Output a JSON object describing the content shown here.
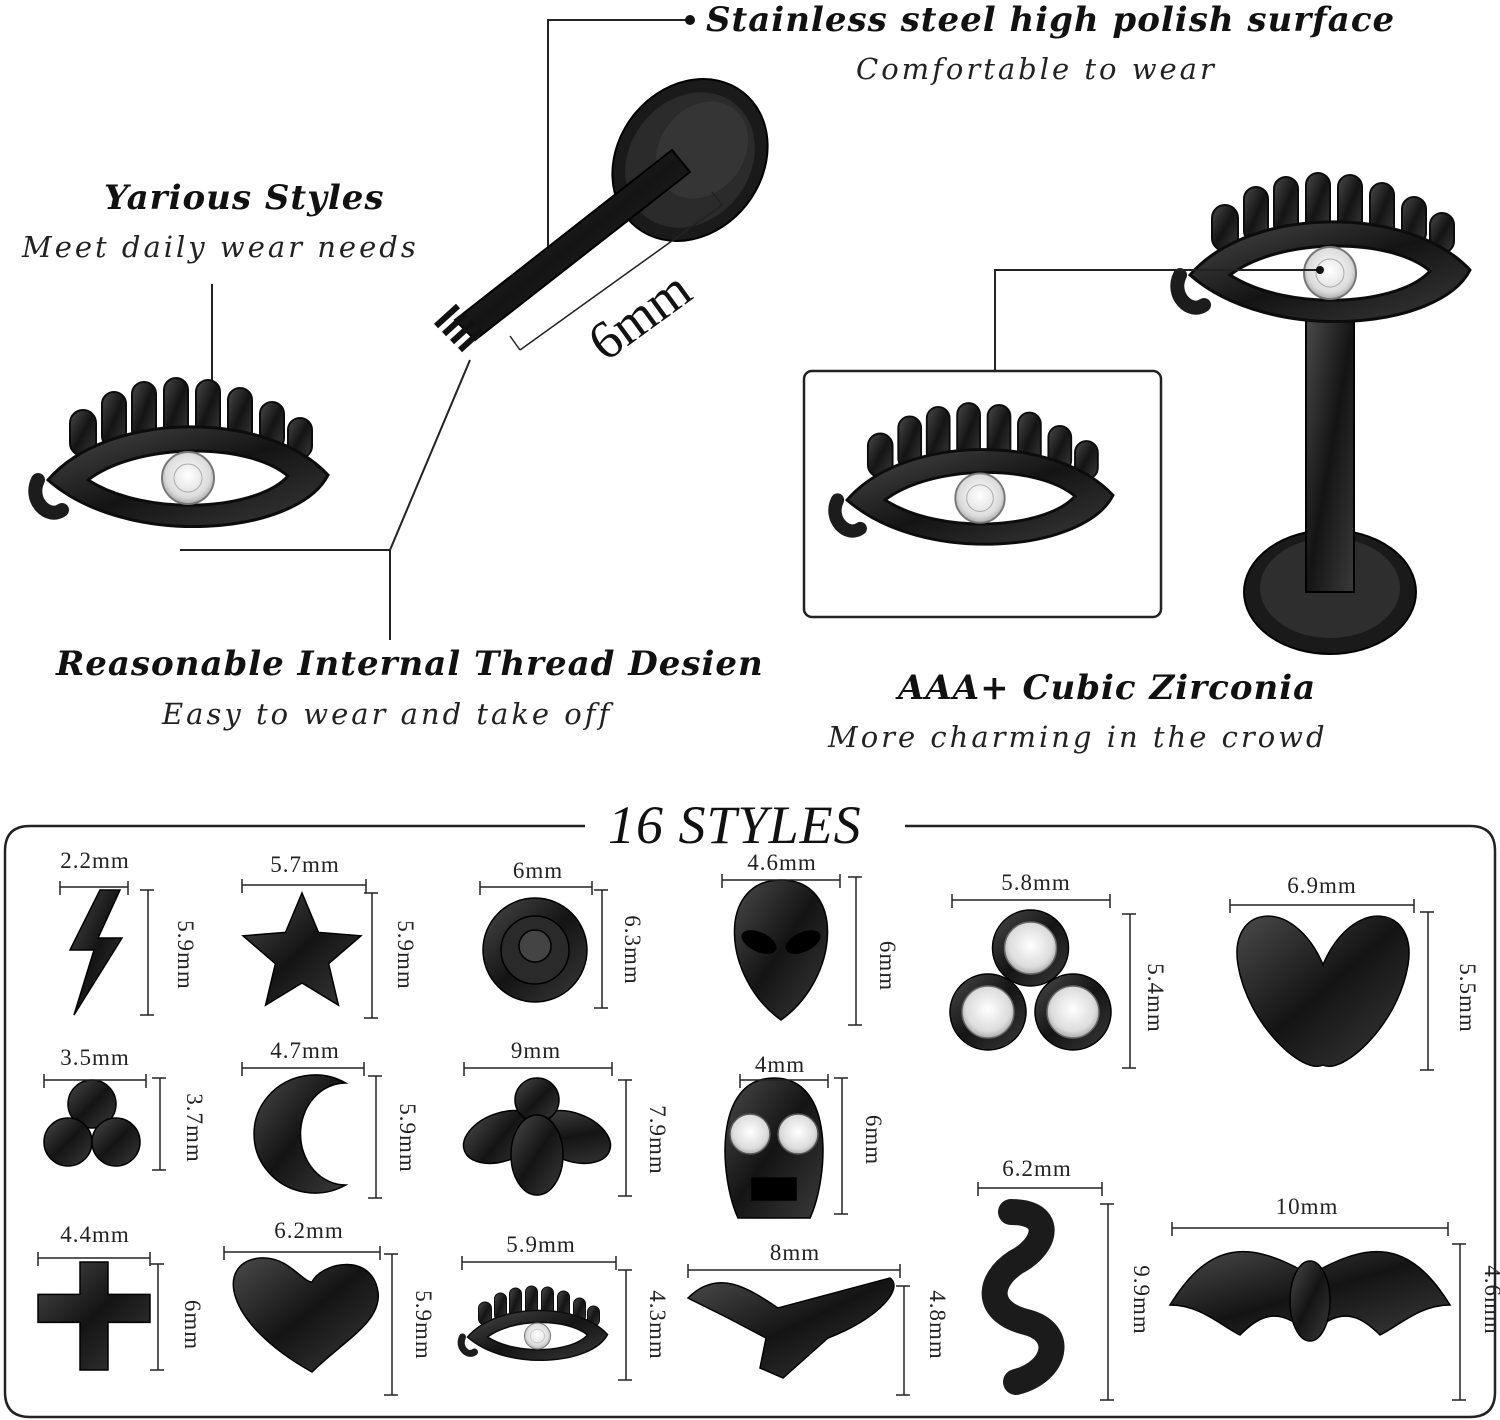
{
  "features": {
    "polish": {
      "title": "Stainless steel high polish surface",
      "subtitle": "Comfortable to wear"
    },
    "styles": {
      "title": "Yarious Styles",
      "subtitle": "Meet daily wear needs"
    },
    "thread": {
      "title": "Reasonable Internal Thread Desien",
      "subtitle": "Easy to wear and take off"
    },
    "zirconia": {
      "title": "AAA+ Cubic Zirconia",
      "subtitle": "More charming in the crowd"
    }
  },
  "post_length": "6mm",
  "styles_section": {
    "title": "16 STYLES",
    "items": [
      {
        "name": "lightning",
        "width": "2.2mm",
        "height": "5.9mm"
      },
      {
        "name": "star",
        "width": "5.7mm",
        "height": "5.9mm"
      },
      {
        "name": "rose",
        "width": "6mm",
        "height": "6.3mm"
      },
      {
        "name": "alien",
        "width": "4.6mm",
        "height": "6mm"
      },
      {
        "name": "triple-gem",
        "width": "5.8mm",
        "height": "5.4mm"
      },
      {
        "name": "butterfly",
        "width": "6.9mm",
        "height": "5.5mm"
      },
      {
        "name": "trinity-balls",
        "width": "3.5mm",
        "height": "3.7mm"
      },
      {
        "name": "moon",
        "width": "4.7mm",
        "height": "5.9mm"
      },
      {
        "name": "bee",
        "width": "9mm",
        "height": "7.9mm"
      },
      {
        "name": "skull",
        "width": "4mm",
        "height": "6mm"
      },
      {
        "name": "cross",
        "width": "4.4mm",
        "height": "6mm"
      },
      {
        "name": "heart",
        "width": "6.2mm",
        "height": "5.9mm"
      },
      {
        "name": "eye",
        "width": "5.9mm",
        "height": "4.3mm"
      },
      {
        "name": "dinosaur",
        "width": "8mm",
        "height": "4.8mm"
      },
      {
        "name": "snake",
        "width": "6.2mm",
        "height": "9.9mm"
      },
      {
        "name": "bat",
        "width": "10mm",
        "height": "4.6mm"
      }
    ]
  },
  "colors": {
    "metal": "#1c1c1c",
    "highlight": "#6e6e6e",
    "gem": "#f2f2f2",
    "line": "#222222"
  }
}
